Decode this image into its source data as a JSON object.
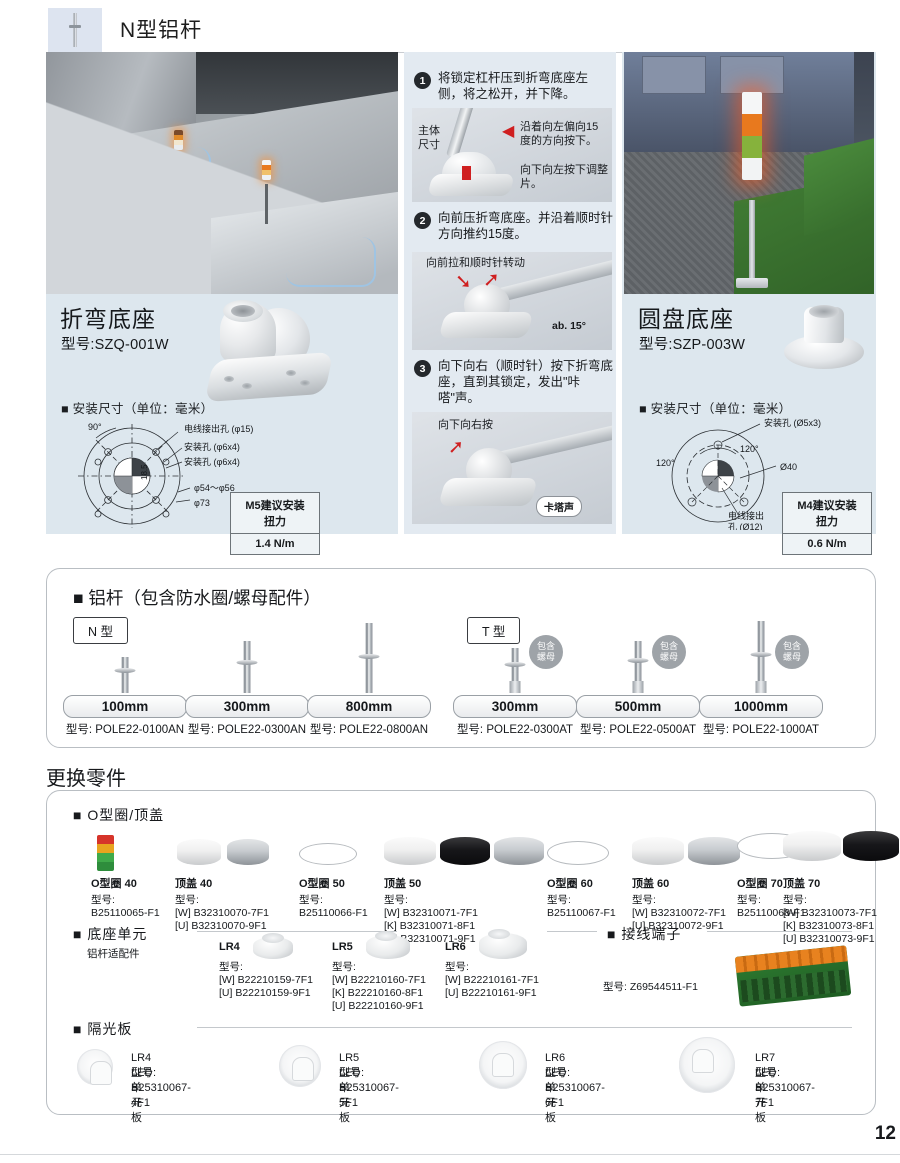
{
  "header": {
    "icon": "aluminum-pole-icon",
    "title": "N型铝杆"
  },
  "page_number": "12",
  "products": {
    "left": {
      "title": "折弯底座",
      "model": "型号:SZQ-001W",
      "dimension_heading": "■ 安装尺寸（单位：毫米）",
      "drawing_labels": {
        "angle": "90°",
        "wire_hole": "电线接出孔 (φ15)",
        "mount_hole_1": "安装孔 (φ6x4)",
        "mount_hole_2": "安装孔 (φ6x4)",
        "dim_vertical": "18.5",
        "dia_1": "φ54～φ56",
        "dia_2": "φ73"
      },
      "torque": {
        "head": "M5建议安装扭力",
        "value": "1.4 N/m"
      }
    },
    "right": {
      "title": "圆盘底座",
      "model": "型号:SZP-003W",
      "dimension_heading": "■ 安装尺寸（单位：毫米）",
      "drawing_labels": {
        "mount_hole": "安装孔 (Ø5x3)",
        "angle_1": "120°",
        "angle_2": "120°",
        "dia": "Ø40",
        "wire_hole": "电线接出\n孔 (Ø12)"
      },
      "torque": {
        "head": "M4建议安装扭力",
        "value": "0.6 N/m"
      }
    }
  },
  "steps": [
    {
      "num": "1",
      "text": "将锁定杠杆压到折弯底座左侧，将之松开，并下降。",
      "notes": [
        "主体\n尺寸",
        "沿着向左偏向15度的方向按下。",
        "向下向左按下调整片。"
      ]
    },
    {
      "num": "2",
      "text": "向前压折弯底座。并沿着顺时针方向推约15度。",
      "notes": [
        "向前拉和顺时针转动",
        "ab. 15°"
      ]
    },
    {
      "num": "3",
      "text": "向下向右（顺时针）按下折弯底座，直到其锁定，发出\"咔嗒\"声。",
      "notes": [
        "向下向右按",
        "卡塔声"
      ]
    }
  ],
  "pole_section": {
    "heading": "■ 铝杆（包含防水圈/螺母配件）",
    "type_n_label": "N 型",
    "type_t_label": "T 型",
    "nut_badge": "包含\n螺母",
    "items_n": [
      {
        "size": "100mm",
        "model": "型号: POLE22-0100AN",
        "height": 36,
        "with_nut": false
      },
      {
        "size": "300mm",
        "model": "型号: POLE22-0300AN",
        "height": 52,
        "with_nut": false
      },
      {
        "size": "800mm",
        "model": "型号: POLE22-0800AN",
        "height": 70,
        "with_nut": false
      }
    ],
    "items_t": [
      {
        "size": "300mm",
        "model": "型号: POLE22-0300AT",
        "height": 45,
        "with_nut": true
      },
      {
        "size": "500mm",
        "model": "型号: POLE22-0500AT",
        "height": 52,
        "with_nut": true
      },
      {
        "size": "1000mm",
        "model": "型号: POLE22-1000AT",
        "height": 72,
        "with_nut": true
      }
    ]
  },
  "replacement": {
    "section_title": "更换零件",
    "oring_cap": {
      "heading": "■ O型圈/顶盖",
      "groups": [
        {
          "name": "O型圈 40",
          "prefix": "型号:",
          "codes": [
            "B25110065-F1"
          ],
          "kind": "tower"
        },
        {
          "name": "顶盖 40",
          "prefix": "型号:",
          "codes": [
            "[W] B32310070-7F1",
            "[U] B32310070-9F1"
          ],
          "kind": "caps2"
        },
        {
          "name": "O型圈 50",
          "prefix": "型号:",
          "codes": [
            "B25110066-F1"
          ],
          "kind": "ring"
        },
        {
          "name": "顶盖 50",
          "prefix": "型号:",
          "codes": [
            "[W] B32310071-7F1",
            "[K] B32310071-8F1",
            "[U] B32310071-9F1"
          ],
          "kind": "caps3"
        },
        {
          "name": "O型圈 60",
          "prefix": "型号:",
          "codes": [
            "B25110067-F1"
          ],
          "kind": "ring"
        },
        {
          "name": "顶盖 60",
          "prefix": "型号:",
          "codes": [
            "[W] B32310072-7F1",
            "[U] B32310072-9F1"
          ],
          "kind": "caps2"
        },
        {
          "name": "O型圈 70",
          "prefix": "型号:",
          "codes": [
            "B25110068-F1"
          ],
          "kind": "ring"
        },
        {
          "name": "顶盖 70",
          "prefix": "型号:",
          "codes": [
            "[W] B32310073-7F1",
            "[K] B32310073-8F1",
            "[U] B32310073-9F1"
          ],
          "kind": "caps3"
        }
      ]
    },
    "base_unit": {
      "heading": "■ 底座单元",
      "subheading": "铝杆适配件",
      "items": [
        {
          "name": "LR4",
          "prefix": "型号:",
          "codes": [
            "[W] B22210159-7F1",
            "[U] B22210159-9F1"
          ]
        },
        {
          "name": "LR5",
          "prefix": "型号:",
          "codes": [
            "[W] B22210160-7F1",
            "[K] B22210160-8F1",
            "[U] B22210160-9F1"
          ]
        },
        {
          "name": "LR6",
          "prefix": "型号:",
          "codes": [
            "[W] B22210161-7F1",
            "[U] B22210161-9F1"
          ]
        }
      ]
    },
    "terminal": {
      "heading": "■ 接线端子",
      "model": "型号: Z69544511-F1"
    },
    "shield": {
      "heading": "■ 隔光板",
      "items": [
        {
          "name": "LR4 LED单元板",
          "model": "型号: B25310067-4F1",
          "size": 34
        },
        {
          "name": "LR5 LED单元板",
          "model": "型号: B25310067-5F1",
          "size": 40
        },
        {
          "name": "LR6 LED单元板",
          "model": "型号: B25310067-6F1",
          "size": 46
        },
        {
          "name": "LR7 LED单元板",
          "model": "型号: B25310067-7F1",
          "size": 54
        }
      ]
    }
  },
  "colors": {
    "panel_bg": "#dde7ee",
    "panel_mid": "#e3eaf1",
    "header_icon_bg": "#dde4f0",
    "accent_red": "#cf1f20",
    "ink": "#17191c"
  }
}
